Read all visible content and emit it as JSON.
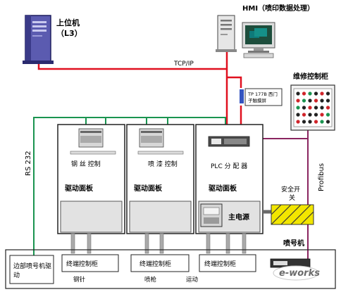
{
  "labels": {
    "upper_computer": "上位机",
    "l3": "（L3）",
    "hmi": "HMI（喷印数据处理）",
    "tcpip": "TCP/IP",
    "maintenance_cabinet": "维修控制柜",
    "tp177b": "TP 177B 西门子触摸屏",
    "rs232": "RS 232",
    "profibus": "Profibus",
    "steel_control": "钢 丝 控制",
    "spray_control": "喷 漆 控制",
    "plc": "PLC 分 配 器",
    "drive_panel": "驱动面板",
    "safety_switch": "安全开关",
    "main_power": "主电源",
    "marking_machine": "喷号机",
    "edge_driver": "边部喷号机驱动",
    "terminal_cabinet": "终端控制柜",
    "needle": "钢针",
    "nozzle": "喷枪",
    "motion": "运动",
    "watermark": "e-works"
  },
  "colors": {
    "ethernet": "#e0101f",
    "serial": "#1a9450",
    "profibus_bus": "#8a2560",
    "cabinet_gray": "#c8c8c8",
    "safety_yellow": "#f2e600"
  }
}
